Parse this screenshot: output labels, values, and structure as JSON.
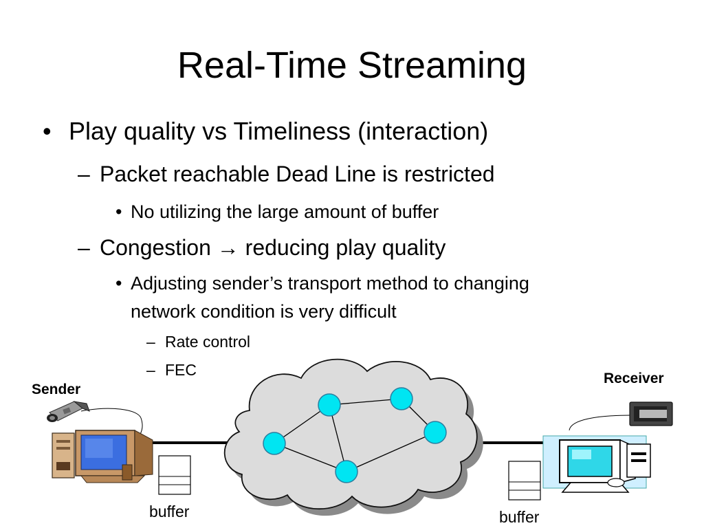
{
  "slide": {
    "title": "Real-Time Streaming",
    "bullet_main": "Play quality vs Timeliness (interaction)",
    "sub_1": "Packet reachable Dead Line is restricted",
    "sub_1_point": "No utilizing the large amount of buffer",
    "sub_2_before": "Congestion",
    "sub_2_after": "reducing play quality",
    "sub_2_point_line1": "Adjusting sender’s transport method to changing",
    "sub_2_point_line2": "network condition is very difficult",
    "methods": [
      "Rate control",
      "FEC"
    ],
    "markers": {
      "bullet": "•",
      "dash": "–",
      "arrow": "→"
    }
  },
  "diagram": {
    "sender_label": "Sender",
    "receiver_label": "Receiver",
    "buffer_label": "buffer",
    "colors": {
      "cloud_fill": "#dcdcdc",
      "cloud_shadow": "#8a8a8a",
      "node_fill": "#00e5f2",
      "node_stroke": "#2a7fa0",
      "link": "#000000"
    },
    "icons": [
      "video-camera-icon",
      "computer-monitor-icon",
      "receiver-computer-icon",
      "video-device-icon",
      "buffer-icon"
    ]
  }
}
